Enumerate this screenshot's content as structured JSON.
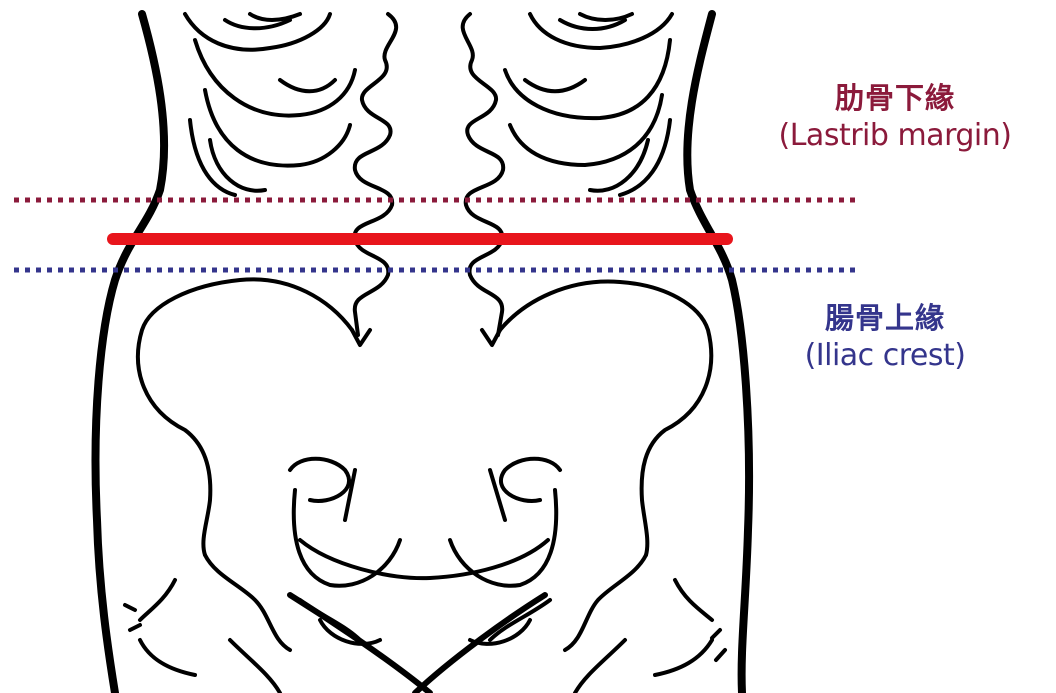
{
  "colors": {
    "rib_line": "#8b1a3b",
    "iliac_line": "#34358c",
    "waist_line": "#e8151c",
    "outline": "#000000",
    "background": "#ffffff"
  },
  "labels": {
    "rib_margin": {
      "chinese": "肋骨下緣",
      "english": "(Lastrib margin)"
    },
    "iliac_crest": {
      "chinese": "腸骨上緣",
      "english": "(Iliac crest)"
    }
  },
  "lines": {
    "rib_margin_style": "dotted",
    "waist_style": "solid",
    "iliac_crest_style": "dotted"
  }
}
